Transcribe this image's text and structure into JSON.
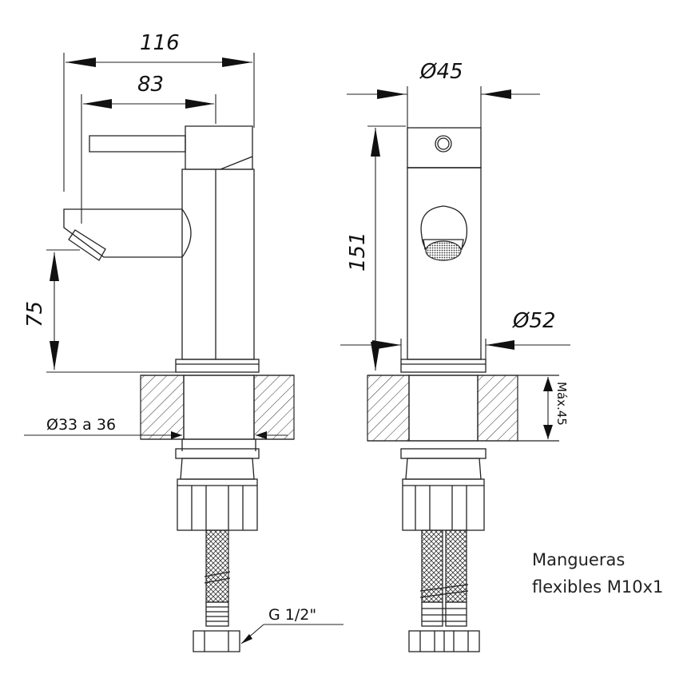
{
  "dimensions": {
    "width_total": "116",
    "width_spout": "83",
    "height_spout": "75",
    "height_body": "151",
    "diameter_body": "Ø45",
    "diameter_base": "Ø52",
    "hole_diameter": "Ø33 a 36",
    "max_counter": "Máx.45"
  },
  "labels": {
    "thread": "G 1/2\"",
    "hoses_line1": "Mangueras",
    "hoses_line2": "flexibles M10x1"
  }
}
